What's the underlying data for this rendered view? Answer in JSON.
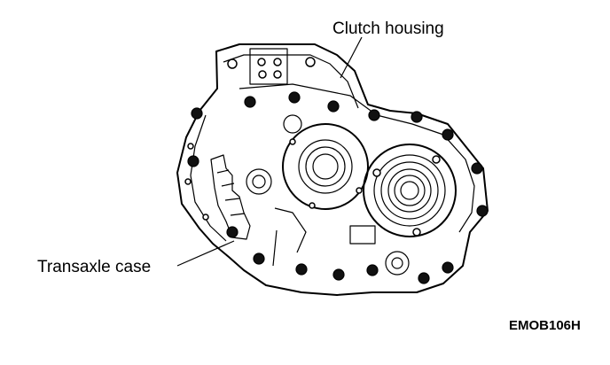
{
  "labels": {
    "clutch_housing": "Clutch housing",
    "transaxle_case": "Transaxle case",
    "figure_code": "EMOB106H"
  }
}
